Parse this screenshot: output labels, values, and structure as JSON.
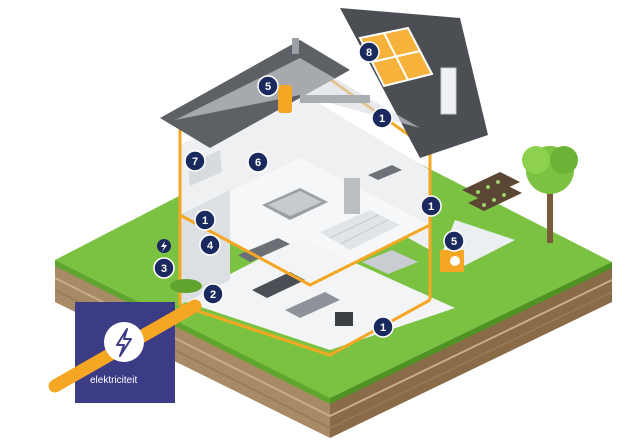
{
  "colors": {
    "grass": "#7cc242",
    "soil": "#a88a66",
    "soil_dark": "#8a6b48",
    "roof": "#5d6166",
    "orange": "#f5a623",
    "navy": "#1b2a5e",
    "purple": "#3b3b86",
    "solar": "#f7b23b"
  },
  "markers": [
    {
      "number": "8",
      "name": "solar-panels"
    },
    {
      "number": "5",
      "name": "attic-unit"
    },
    {
      "number": "1",
      "name": "attic-wiring"
    },
    {
      "number": "7",
      "name": "bedroom-device"
    },
    {
      "number": "6",
      "name": "bedroom-ceiling"
    },
    {
      "number": "1",
      "name": "side-wall-wiring"
    },
    {
      "number": "1",
      "name": "first-floor-wiring"
    },
    {
      "number": "4",
      "name": "wall-outlet"
    },
    {
      "number": "3",
      "name": "meter-cabinet"
    },
    {
      "number": "5",
      "name": "outdoor-unit"
    },
    {
      "number": "2",
      "name": "ground-floor-outlet"
    },
    {
      "number": "1",
      "name": "ground-floor-wiring"
    }
  ],
  "legend": {
    "icon": "lightning-bolt-icon",
    "label": "elektriciteit"
  }
}
